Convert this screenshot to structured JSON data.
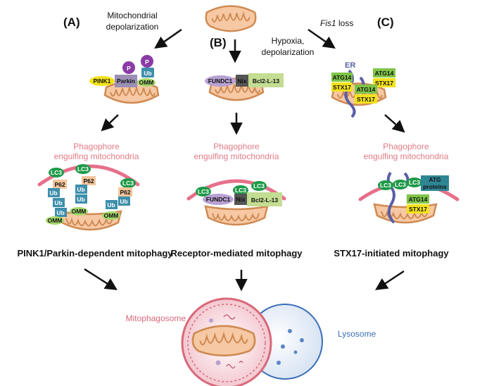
{
  "panels": {
    "a": {
      "letter": "(A)",
      "trigger_line1": "Mitochondrial",
      "trigger_line2": "depolarization",
      "title": "PINK1/Parkin-dependent mitophagy"
    },
    "b": {
      "letter": "(B)",
      "trigger_line1": "Hypoxia,",
      "trigger_line2": "depolarization",
      "title": "Receptor-mediated mitophagy"
    },
    "c": {
      "letter": "(C)",
      "trigger_italic": "Fis1",
      "trigger_rest": " loss",
      "title": "STX17-initiated mitophagy"
    }
  },
  "phagophore_line1": "Phagophore",
  "phagophore_line2": "engulfing mitochondria",
  "labels": {
    "pink1": "PINK1",
    "parkin": "Parkin",
    "p": "P",
    "ub": "Ub",
    "omm": "OMM",
    "lc3": "LC3",
    "p62": "P62",
    "fundc1": "FUNDC1",
    "nix": "Nix",
    "bcl2l13": "Bcl2-L-13",
    "er": "ER",
    "atg14": "ATG14",
    "stx17": "STX17",
    "atg_line1": "ATG",
    "atg_line2": "proteins"
  },
  "bottom": {
    "mitophagosome": "Mitophagosome",
    "lysosome": "Lysosome"
  },
  "colors": {
    "mito_fill": "#f6c8a3",
    "mito_outline": "#cf8a52",
    "phagophore": "#e7708a",
    "lc3": "#1e9a48",
    "ub": "#3e8fab",
    "parkin_p": "#8a3ba6",
    "pink1": "#f3e21a",
    "parkin": "#9b8fb5",
    "p62": "#f4c69b",
    "omm": "#a4d76b",
    "fundc1": "#b8a1d2",
    "nix": "#555555",
    "bcl2": "#c3dd92",
    "atg14": "#7fc447",
    "stx17": "#f3e21a",
    "er": "#5b5ea6",
    "atg_proteins": "#2e8593",
    "lysosome": "#3a6fb7",
    "mitophagosome": "#d9687a"
  }
}
